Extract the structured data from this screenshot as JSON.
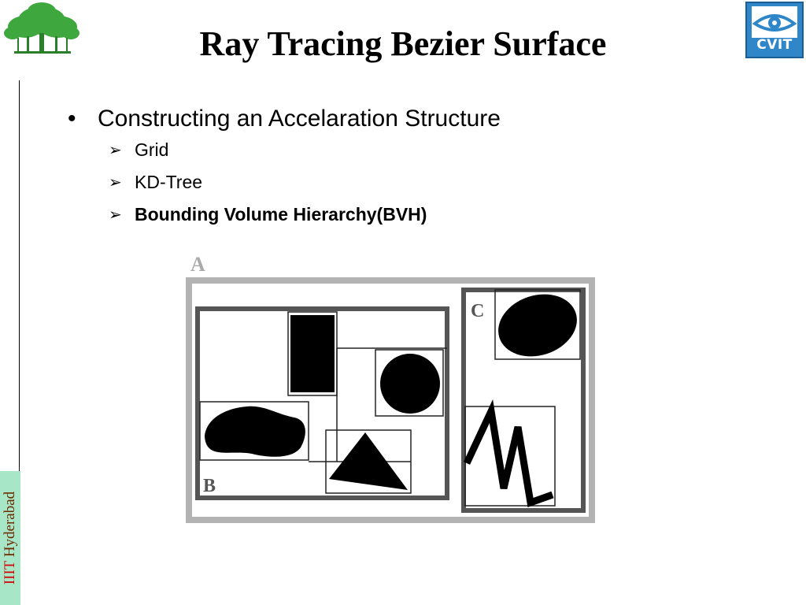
{
  "slide": {
    "title": "Ray Tracing Bezier Surface",
    "bullets": [
      {
        "text": "Constructing an Accelaration Structure",
        "sub_items": [
          {
            "text": "Grid",
            "bold": false
          },
          {
            "text": "KD-Tree",
            "bold": false
          },
          {
            "text": "Bounding Volume Hierarchy(BVH)",
            "bold": true
          }
        ]
      }
    ]
  },
  "logos": {
    "left": "tree-icon",
    "right": {
      "text": "CVIT",
      "icon": "eye-icon",
      "color": "#2f87c9"
    }
  },
  "sidebar": {
    "institute": "IIIT",
    "city": "Hyderabad",
    "background": "#a8e6c8"
  },
  "figure": {
    "labels": {
      "a": "A",
      "b": "B",
      "c": "C"
    }
  }
}
